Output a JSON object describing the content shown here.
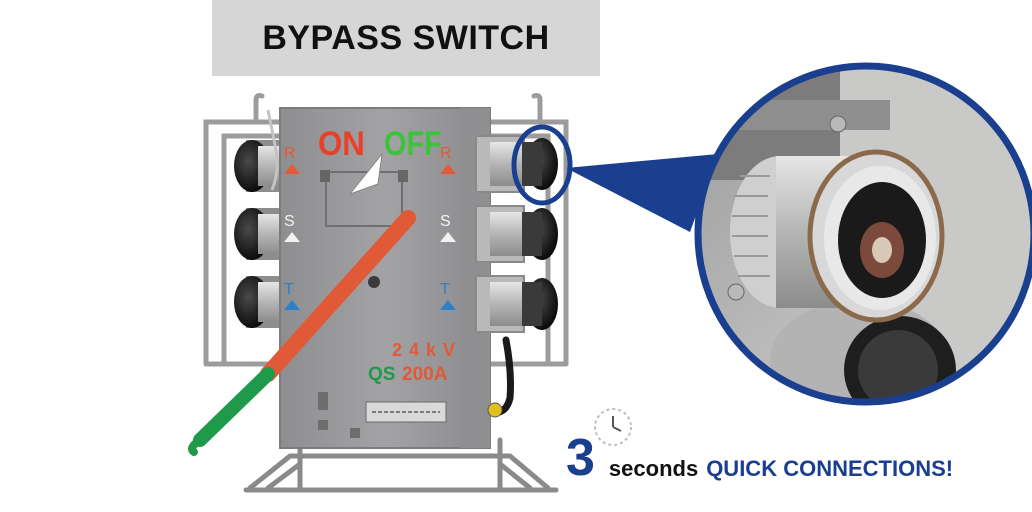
{
  "title": "BYPASS SWITCH",
  "device": {
    "on_label": "ON",
    "off_label": "OFF",
    "left_phase_labels": [
      "R",
      "S",
      "T"
    ],
    "right_phase_labels": [
      "R",
      "S",
      "T"
    ],
    "rating_voltage": "2 4 k V",
    "rating_model": "QS",
    "rating_current": "200A"
  },
  "caption": {
    "number": "3",
    "seconds": "seconds",
    "highlight": "QUICK CONNECTIONS!"
  },
  "colors": {
    "title_bg": "#d6d6d6",
    "on_red": "#e8402a",
    "off_green": "#3cc33c",
    "handle_orange": "#e05a38",
    "handle_green": "#1f9a4a",
    "body_gray": "#9a9a9c",
    "accent_blue": "#1a3f8f",
    "text_dark": "#111111",
    "phase_r": "#e05a38",
    "phase_s": "#f2f2f2",
    "phase_t": "#2f80c9"
  },
  "icons": {
    "clock": "clock-icon"
  }
}
